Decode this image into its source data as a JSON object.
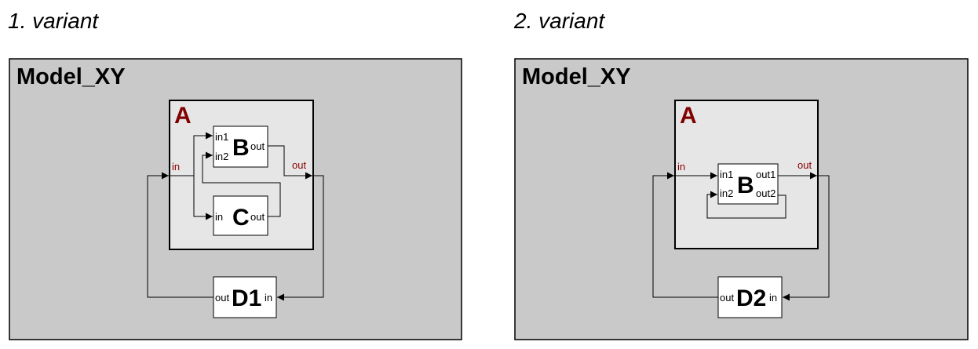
{
  "variant1": {
    "title": "1. variant",
    "model_label": "Model_XY",
    "block_a": {
      "label": "A",
      "port_in": "in",
      "port_out": "out"
    },
    "block_b": {
      "label": "B",
      "port_in1": "in1",
      "port_in2": "in2",
      "port_out": "out"
    },
    "block_c": {
      "label": "C",
      "port_in": "in",
      "port_out": "out"
    },
    "block_d": {
      "label": "D1",
      "port_out": "out",
      "port_in": "in"
    }
  },
  "variant2": {
    "title": "2. variant",
    "model_label": "Model_XY",
    "block_a": {
      "label": "A",
      "port_in": "in",
      "port_out": "out"
    },
    "block_b": {
      "label": "B",
      "port_in1": "in1",
      "port_in2": "in2",
      "port_out1": "out1",
      "port_out2": "out2"
    },
    "block_d": {
      "label": "D2",
      "port_out": "out",
      "port_in": "in"
    }
  },
  "colors": {
    "model_fill": "#c9c9c9",
    "block_a_fill": "#e6e6e6",
    "block_fill": "#ffffff",
    "accent_red": "#800000"
  }
}
